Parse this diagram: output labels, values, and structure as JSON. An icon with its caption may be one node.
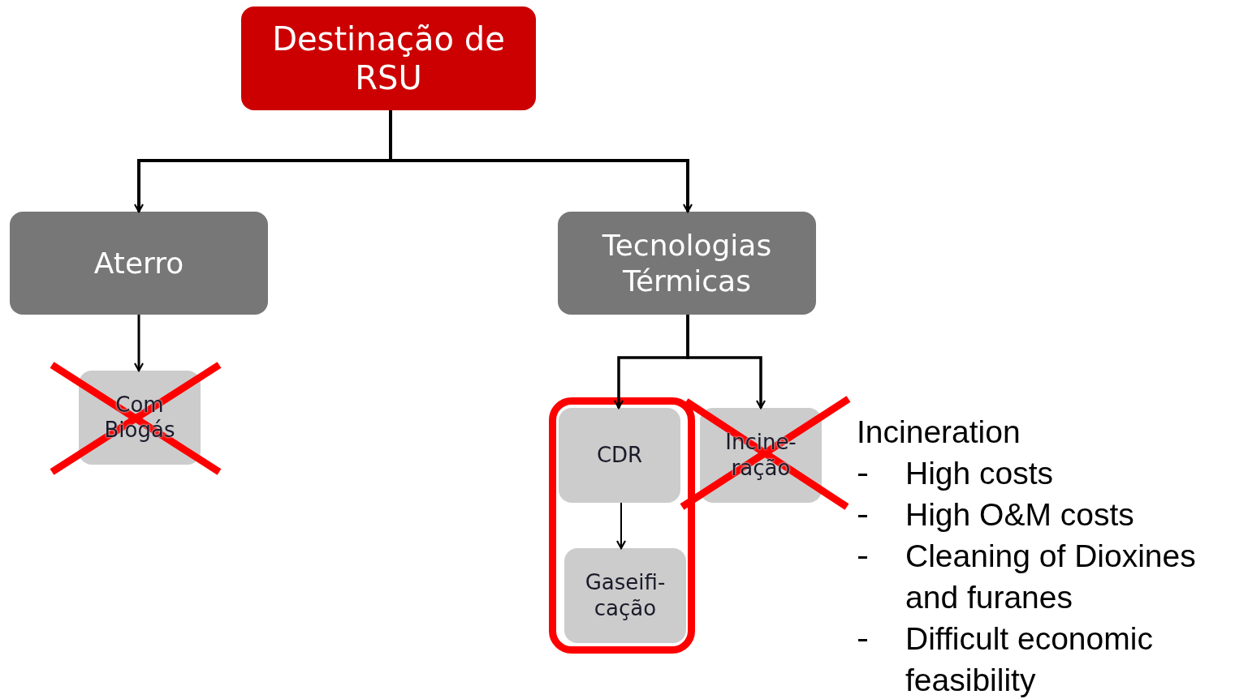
{
  "diagram": {
    "nodes": [
      {
        "text": [
          "Destinação de RSU"
        ]
      },
      {
        "text": [
          "Aterro"
        ]
      },
      {
        "text": [
          "Tecnologias Térmicas"
        ]
      },
      {
        "text": [
          "Com Biogás"
        ]
      },
      {
        "text": [],
        "shape": "box"
      },
      {
        "text": [
          "CDR"
        ],
        "in": 4
      },
      {
        "text": [
          "Gaseifi- cação"
        ],
        "in": 4
      },
      {
        "text": [
          "Incine- ração"
        ]
      }
    ],
    "edges": [
      {
        "from": 0,
        "to": 1,
        "arrow": "to"
      },
      {
        "from": 0,
        "to": 2,
        "arrow": "to"
      },
      {
        "from": 1,
        "to": 3,
        "arrow": "to"
      },
      {
        "from": 2,
        "to": 5,
        "arrow": "to"
      },
      {
        "from": 2,
        "to": 7,
        "arrow": "to"
      },
      {
        "from": 5,
        "to": 6,
        "arrow": "to"
      }
    ],
    "labels": [
      "Incineration",
      "High costs",
      "High O&M costs",
      "Cleaning of Dioxines and furanes",
      "Difficult economic feasibility"
    ]
  }
}
